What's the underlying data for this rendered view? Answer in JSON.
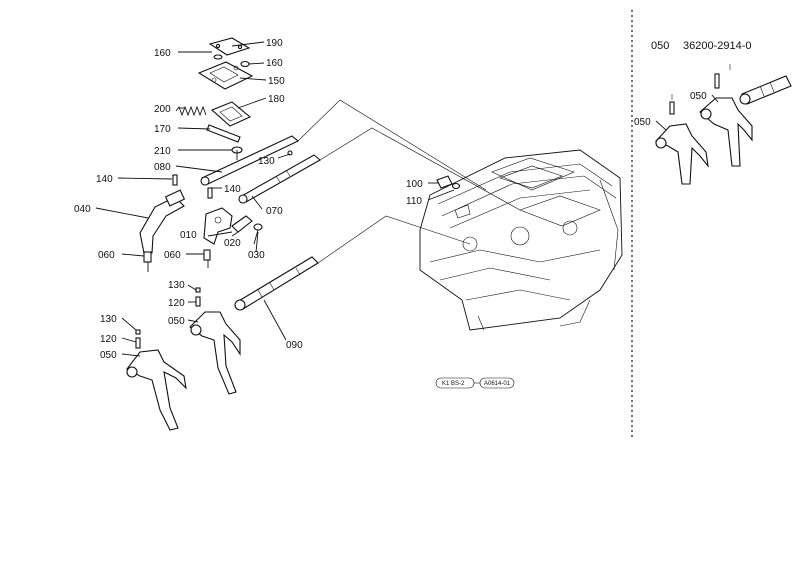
{
  "header": {
    "part_code": "050",
    "part_number": "36200-2914-0"
  },
  "callouts": {
    "c190": "190",
    "c160a": "160",
    "c160b": "160",
    "c150": "150",
    "c180": "180",
    "c200": "200",
    "c170": "170",
    "c210": "210",
    "c080": "080",
    "c130a": "130",
    "c140a": "140",
    "c140b": "140",
    "c040": "040",
    "c010": "010",
    "c020": "020",
    "c030": "030",
    "c070": "070",
    "c060a": "060",
    "c060b": "060",
    "c100": "100",
    "c110": "110",
    "c130b": "130",
    "c120a": "120",
    "c050a": "050",
    "c090": "090",
    "c130c": "130",
    "c120b": "120",
    "c050b": "050",
    "r050a": "050",
    "r050b": "050"
  },
  "footer": {
    "stamp_left": "K1 BS-2",
    "stamp_right": "A0614-01"
  }
}
